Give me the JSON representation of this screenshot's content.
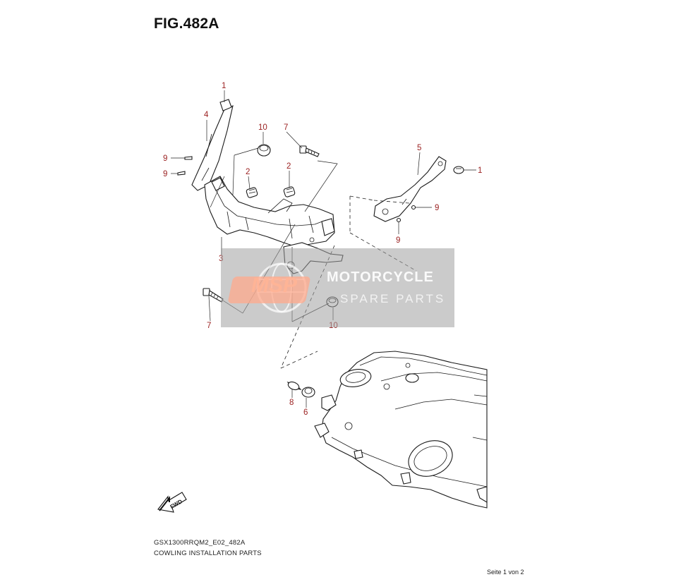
{
  "figure": {
    "title": "FIG.482A",
    "model_code": "GSX1300RRQM2_E02_482A",
    "section_name": "COWLING INSTALLATION PARTS",
    "page_indicator": "Seite 1 von 2",
    "direction_label": "FWD"
  },
  "callouts": [
    {
      "id": "c1a",
      "label": "1"
    },
    {
      "id": "c4",
      "label": "4"
    },
    {
      "id": "c10a",
      "label": "10"
    },
    {
      "id": "c7a",
      "label": "7"
    },
    {
      "id": "c9a",
      "label": "9"
    },
    {
      "id": "c9b",
      "label": "9"
    },
    {
      "id": "c2a",
      "label": "2"
    },
    {
      "id": "c2b",
      "label": "2"
    },
    {
      "id": "c5",
      "label": "5"
    },
    {
      "id": "c1b",
      "label": "1"
    },
    {
      "id": "c9c",
      "label": "9"
    },
    {
      "id": "c9d",
      "label": "9"
    },
    {
      "id": "c3",
      "label": "3"
    },
    {
      "id": "c7b",
      "label": "7"
    },
    {
      "id": "c10b",
      "label": "10"
    },
    {
      "id": "c8",
      "label": "8"
    },
    {
      "id": "c6",
      "label": "6"
    }
  ],
  "watermark": {
    "logo_text": "MSP",
    "line1": "MOTORCYCLE",
    "line2": "SPARE PARTS"
  },
  "colors": {
    "callout": "#9a1f1f",
    "line": "#1a1a1a",
    "watermark_bg": "#a0a0a0"
  }
}
